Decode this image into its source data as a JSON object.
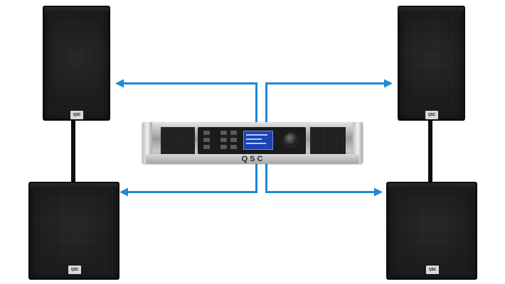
{
  "diagram": {
    "amplifier": {
      "brand_label": "QSC"
    },
    "speakers": [
      {
        "id": "top-left",
        "logo": "QSC"
      },
      {
        "id": "top-right",
        "logo": "QSC"
      },
      {
        "id": "bottom-left",
        "logo": "QSC"
      },
      {
        "id": "bottom-right",
        "logo": "QSC"
      }
    ],
    "connections": [
      {
        "from": "amplifier",
        "to": "top-left"
      },
      {
        "from": "amplifier",
        "to": "top-right"
      },
      {
        "from": "amplifier",
        "to": "bottom-left"
      },
      {
        "from": "amplifier",
        "to": "bottom-right"
      }
    ],
    "colors": {
      "connection": "#1c8ad6",
      "cabinet": "#161616",
      "screen": "#1a44b3"
    }
  }
}
